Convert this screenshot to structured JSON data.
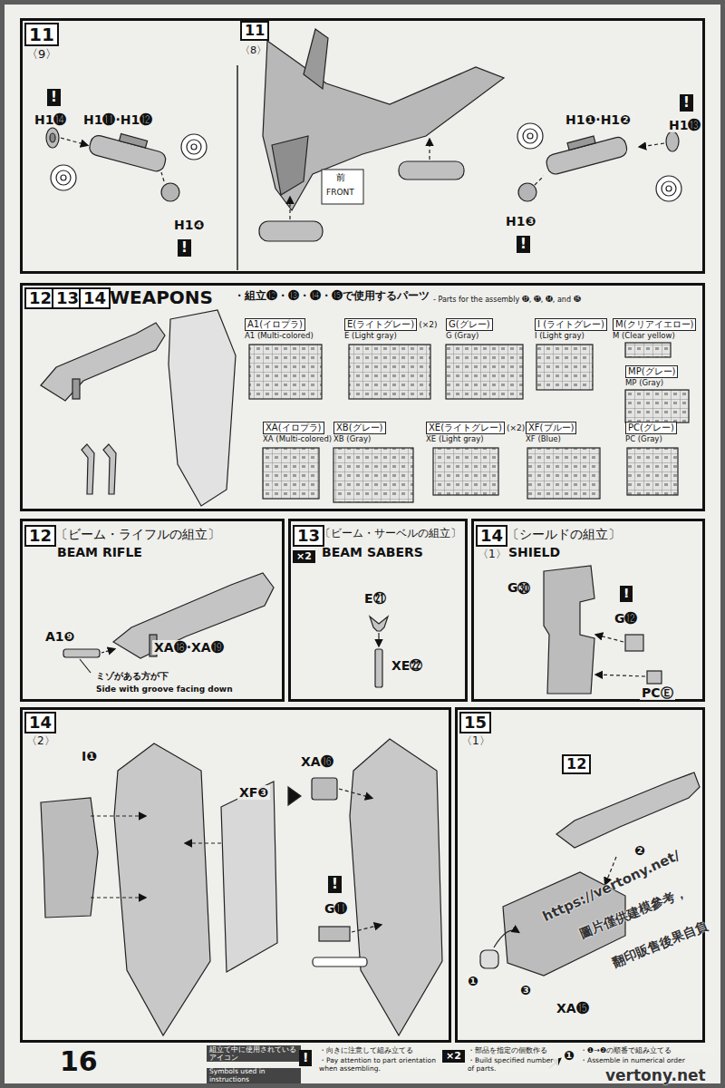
{
  "diagram": {
    "nodes": [
      {
        "text": [
          "11",
          "〈9〉"
        ]
      },
      {
        "text": [
          "11",
          "〈8〉"
        ],
        "in": 0
      },
      {
        "text": [
          "12",
          "13",
          "14",
          "WEAPONS"
        ]
      },
      {
        "text": [
          "A1(イロプラ)",
          "A1 (Multi-colored)"
        ],
        "in": 2
      },
      {
        "text": [
          "E(ライトグレー)",
          "(×2)",
          "E (Light gray)"
        ],
        "in": 2
      },
      {
        "text": [
          "G(グレー)",
          "G (Gray)"
        ],
        "in": 2
      },
      {
        "text": [
          "I (ライトグレー)",
          "I (Light gray)"
        ],
        "in": 2
      },
      {
        "text": [
          "M(クリアイエロー)",
          "M (Clear yellow)"
        ],
        "in": 2
      },
      {
        "text": [
          "MP(グレー)",
          "MP (Gray)"
        ],
        "in": 2
      },
      {
        "text": [
          "XA(イロプラ)",
          "XA (Multi-colored)"
        ],
        "in": 2
      },
      {
        "text": [
          "XB(グレー)",
          "XB (Gray)"
        ],
        "in": 2
      },
      {
        "text": [
          "XE(ライトグレー)",
          "(×2)",
          "XE (Light gray)"
        ],
        "in": 2
      },
      {
        "text": [
          "XF(ブルー)",
          "XF (Blue)"
        ],
        "in": 2
      },
      {
        "text": [
          "PC(グレー)",
          "PC (Gray)"
        ],
        "in": 2
      },
      {
        "text": [
          "12",
          "〔ビーム・ライフルの組立〕",
          "BEAM RIFLE"
        ]
      },
      {
        "text": [
          "13",
          "×2",
          "〔ビーム・サーベルの組立〕",
          "BEAM SABERS"
        ]
      },
      {
        "text": [
          "14",
          "〈1〉",
          "〔シールドの組立〕",
          "SHIELD"
        ]
      },
      {
        "text": [
          "14",
          "〈2〉"
        ]
      },
      {
        "text": [
          "15",
          "〈1〉"
        ]
      }
    ],
    "labels": [
      "!",
      "H1⓮",
      "H1⓫·H1⓬",
      "H1❹",
      "!",
      "前",
      "FRONT",
      "H1❶·H1❷",
      "!",
      "H1⓭",
      "H1❸",
      "!",
      "・組立⓬・⓭・⓮・⓯で使用するパーツ",
      "- Parts for the assembly ⓬, ⓭, ⓮, and ⓯",
      "ミゾがある方が下",
      "Side with groove facing down",
      "A1❾",
      "XA⓲·XA⓳",
      "E㉑",
      "XE㉒",
      "G㉚",
      "!",
      "G⓬",
      "PCⒺ",
      "I❶",
      "XF❸",
      "XA⓰",
      "!",
      "G⓫",
      "12",
      "❷",
      "❶",
      "❸",
      "XA⓯",
      "https://vertony.net/",
      "圖片僅供建模參考，",
      "翻印販售後果自負",
      "16",
      "組立て中に使用されているアイコン",
      "Symbols used in instructions",
      "!",
      "・向きに注意して組み立てる",
      "・Pay attention to part orientation when assembling.",
      "×2",
      "・部品を指定の個数作る",
      "・Build specified number of parts.",
      "❶",
      "・❶→❷の順番で組み立てる",
      "・Assemble in numerical order",
      "vertony.net"
    ]
  }
}
